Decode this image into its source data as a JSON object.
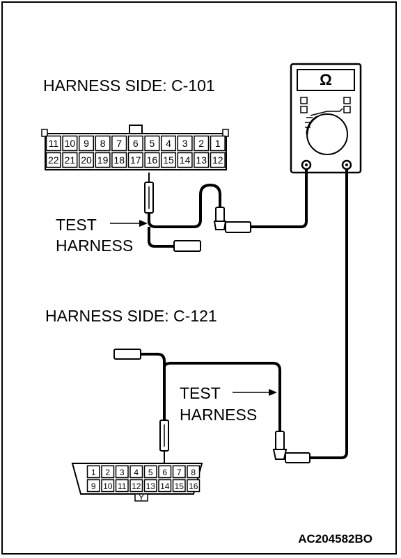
{
  "labels": {
    "c101_title": "HARNESS SIDE: C-101",
    "c121_title": "HARNESS SIDE: C-121",
    "test_harness_1_line1": "TEST",
    "test_harness_1_line2": "HARNESS",
    "test_harness_2_line1": "TEST",
    "test_harness_2_line2": "HARNESS",
    "figure_code": "AC204582BO"
  },
  "meter": {
    "symbol": "Ω",
    "icon": "ohmmeter-icon"
  },
  "connector_c101": {
    "top_row": [
      "11",
      "10",
      "9",
      "8",
      "7",
      "6",
      "5",
      "4",
      "3",
      "2",
      "1"
    ],
    "bottom_row": [
      "22",
      "21",
      "20",
      "19",
      "18",
      "17",
      "16",
      "15",
      "14",
      "13",
      "12"
    ]
  },
  "connector_c121": {
    "top_row": [
      "1",
      "2",
      "3",
      "4",
      "5",
      "6",
      "7",
      "8"
    ],
    "bottom_row": [
      "9",
      "10",
      "11",
      "12",
      "13",
      "14",
      "15",
      "16"
    ],
    "key_label": "Y"
  }
}
